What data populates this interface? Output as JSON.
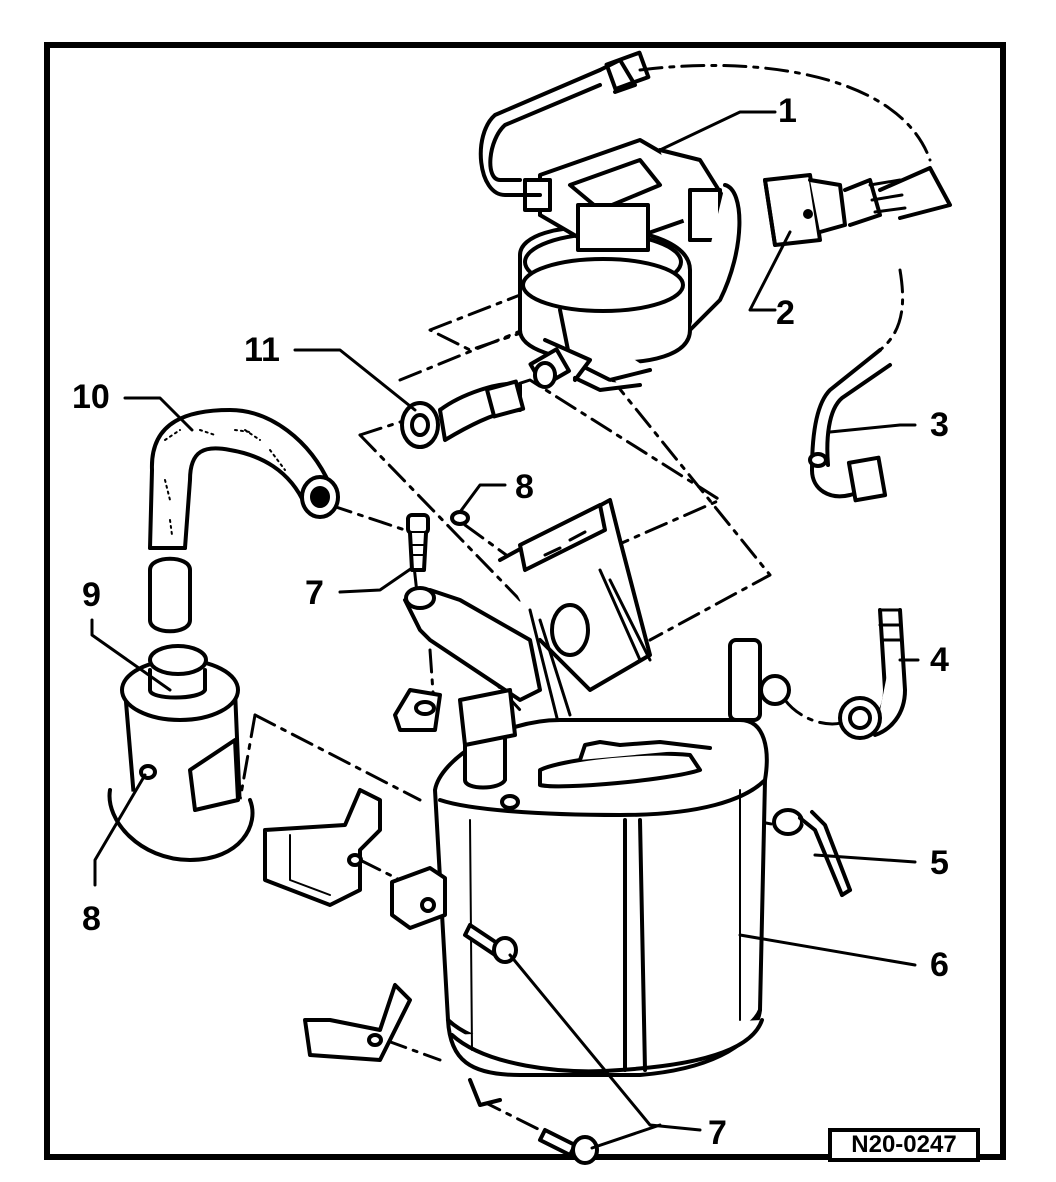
{
  "callouts": {
    "c1": "1",
    "c2": "2",
    "c3": "3",
    "c4": "4",
    "c5": "5",
    "c6": "6",
    "c7a": "7",
    "c7b": "7",
    "c8a": "8",
    "c8b": "8",
    "c9": "9",
    "c10": "10",
    "c11": "11"
  },
  "reference_code": "N20-0247"
}
